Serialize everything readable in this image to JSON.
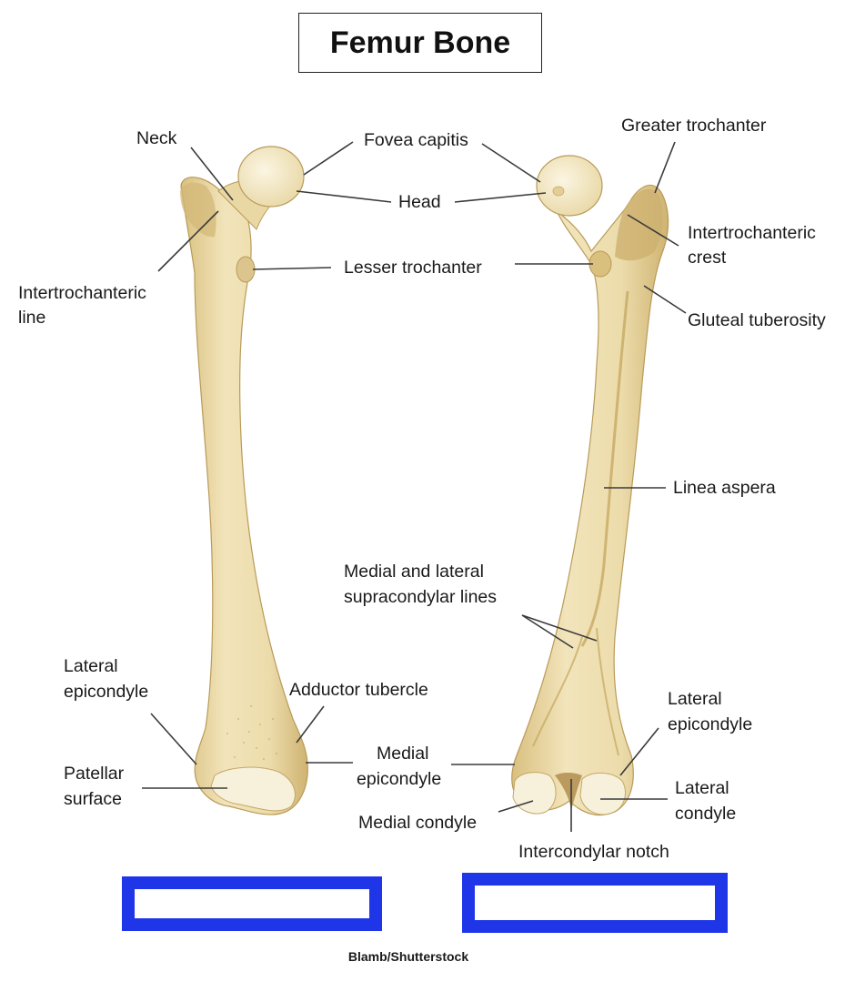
{
  "title": "Femur Bone",
  "labels": {
    "neck": "Neck",
    "fovea_capitis": "Fovea capitis",
    "head": "Head",
    "greater_trochanter": "Greater trochanter",
    "intertrochanteric_line": [
      "Intertrochanteric",
      "line"
    ],
    "lesser_trochanter": "Lesser trochanter",
    "intertrochanteric_crest": [
      "Intertrochanteric",
      "crest"
    ],
    "gluteal_tuberosity": "Gluteal tuberosity",
    "linea_aspera": "Linea aspera",
    "supracondylar_lines": [
      "Medial and lateral",
      "supracondylar lines"
    ],
    "lateral_epicondyle_left": [
      "Lateral",
      "epicondyle"
    ],
    "adductor_tubercle": "Adductor tubercle",
    "patellar_surface": [
      "Patellar",
      "surface"
    ],
    "medial_epicondyle": [
      "Medial",
      "epicondyle"
    ],
    "lateral_epicondyle_right": [
      "Lateral",
      "epicondyle"
    ],
    "lateral_condyle": [
      "Lateral",
      "condyle"
    ],
    "medial_condyle": "Medial condyle",
    "intercondylar_notch": "Intercondylar notch"
  },
  "answer_boxes": [
    {
      "value": ""
    },
    {
      "value": ""
    }
  ],
  "credit": "Blamb/Shutterstock",
  "colors": {
    "bone": "#efe0b2",
    "bone_shade": "#dcc58c",
    "bone_dark": "#c9ab68",
    "cartilage": "#f7f1dc",
    "box_border": "#1f35e8"
  }
}
